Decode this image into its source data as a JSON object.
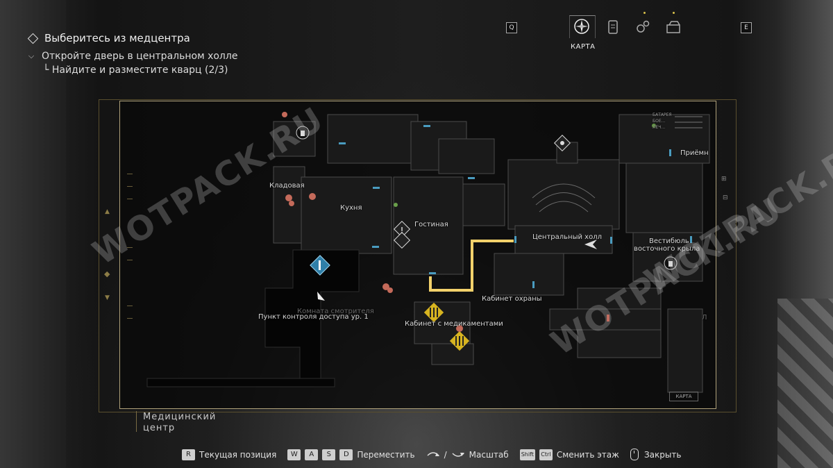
{
  "objectives": {
    "main": "Выберитесь из медцентра",
    "sub": "Откройте дверь в центральном холле",
    "subsub": "└ Найдите и разместите кварц (2/3)"
  },
  "tabs": {
    "left_key": "Q",
    "right_key": "E",
    "active_label": "КАРТА",
    "icons": [
      "compass-icon",
      "file-icon",
      "gears-icon",
      "inventory-box-icon"
    ]
  },
  "map": {
    "floor_name_line1": "Медицинский",
    "floor_name_line2": "центр",
    "mini_key": "КАРТА",
    "legend_rows": [
      "БАТАРЕЯ",
      "БОЕ...",
      "ЛЕЧ..."
    ],
    "rooms": {
      "storeroom": "Кладовая",
      "kitchen": "Кухня",
      "living_room": "Гостиная",
      "central_hall": "Центральный холл",
      "east_vestibule_1": "Вестибюль",
      "east_vestibule_2": "восточного крыла",
      "reception": "Приёмн",
      "security_office": "Кабинет охраны",
      "medicine_office": "Кабинет с медикаментами",
      "checkpoint": "Пункт контроля доступа ур. 1",
      "caretaker_room": "Комната смотрителя",
      "right_edge": "Л"
    }
  },
  "controls": {
    "current_key": "R",
    "current_label": "Текущая позиция",
    "move_keys": [
      "W",
      "A",
      "S",
      "D"
    ],
    "move_label": "Переместить",
    "slash": "/",
    "zoom_label": "Масштаб",
    "shift_key": "Shift",
    "ctrl_key": "Ctrl",
    "floor_label": "Сменить этаж",
    "close_label": "Закрыть"
  },
  "watermarks": [
    "WOTPACK.RU",
    "WOTPACK.RU",
    "WOTPACK.RU"
  ],
  "colors": {
    "route": "#f2d16b",
    "door_blue": "#4a9cc0",
    "hazard_yellow": "#d7b420",
    "frame_gold": "#b0a27a"
  }
}
